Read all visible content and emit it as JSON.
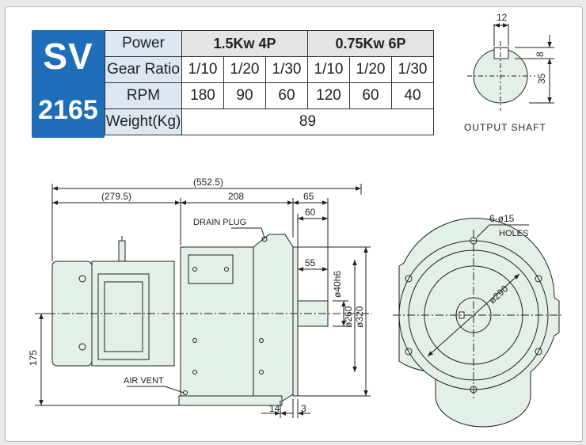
{
  "model": {
    "line1": "SV",
    "line2": "2165"
  },
  "table": {
    "power_label": "Power",
    "power_a": "1.5Kw 4P",
    "power_b": "0.75Kw 6P",
    "ratio_label": "Gear Ratio",
    "ratios": [
      "1/10",
      "1/20",
      "1/30",
      "1/10",
      "1/20",
      "1/30"
    ],
    "rpm_label": "RPM",
    "rpm": [
      "180",
      "90",
      "60",
      "120",
      "60",
      "40"
    ],
    "weight_label": "Weight(Kg)",
    "weight": "89"
  },
  "shaft": {
    "caption": "OUTPUT SHAFT",
    "key_width": "12",
    "key_depth": "8",
    "height": "35"
  },
  "side": {
    "overall": "(552.5)",
    "motor_part": "(279.5)",
    "mid": "208",
    "d65": "65",
    "d60": "60",
    "d55": "55",
    "shaft_dia": "ø40h6",
    "pilot_dia": "ø260",
    "flange_dia": "ø320",
    "height": "175",
    "d14": "14",
    "d3": "3",
    "drain_plug": "DRAIN PLUG",
    "air_vent": "AIR VENT"
  },
  "front": {
    "holes_qty": "6-ø15",
    "holes_label": "HOLES",
    "pcd": "ø290"
  },
  "colors": {
    "badge": "#1d6db8",
    "body_fill": "#e2f0e6",
    "header_fill": "#dde7f1"
  }
}
